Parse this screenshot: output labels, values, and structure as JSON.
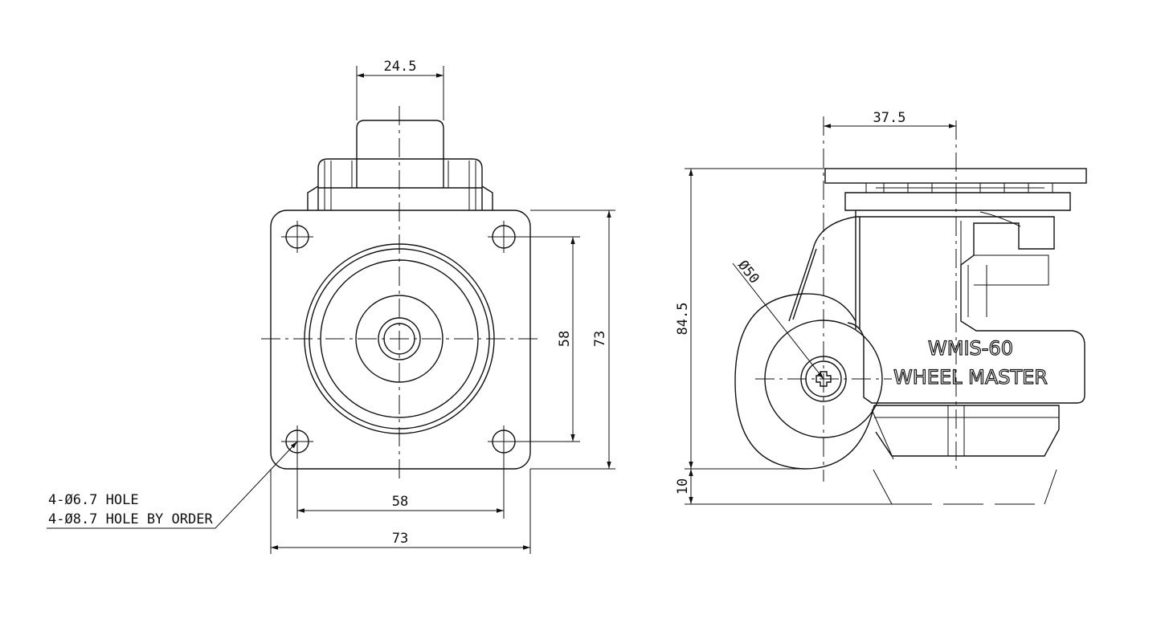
{
  "front_view": {
    "dim_width_top": "24.5",
    "dim_hole_spacing_vertical": "58",
    "dim_plate_height": "73",
    "dim_hole_spacing_horizontal": "58",
    "dim_plate_width": "73",
    "note_line_1": "4-Ø6.7 HOLE",
    "note_line_2": "4-Ø8.7 HOLE BY ORDER"
  },
  "side_view": {
    "dim_offset_top": "37.5",
    "dim_total_height": "84.5",
    "dim_wheel_diameter": "Ø50",
    "dim_adjust_height": "10",
    "model_label": "WMIS-60",
    "brand_label": "WHEEL MASTER"
  },
  "colors": {
    "line": "#111111",
    "background": "#ffffff"
  }
}
